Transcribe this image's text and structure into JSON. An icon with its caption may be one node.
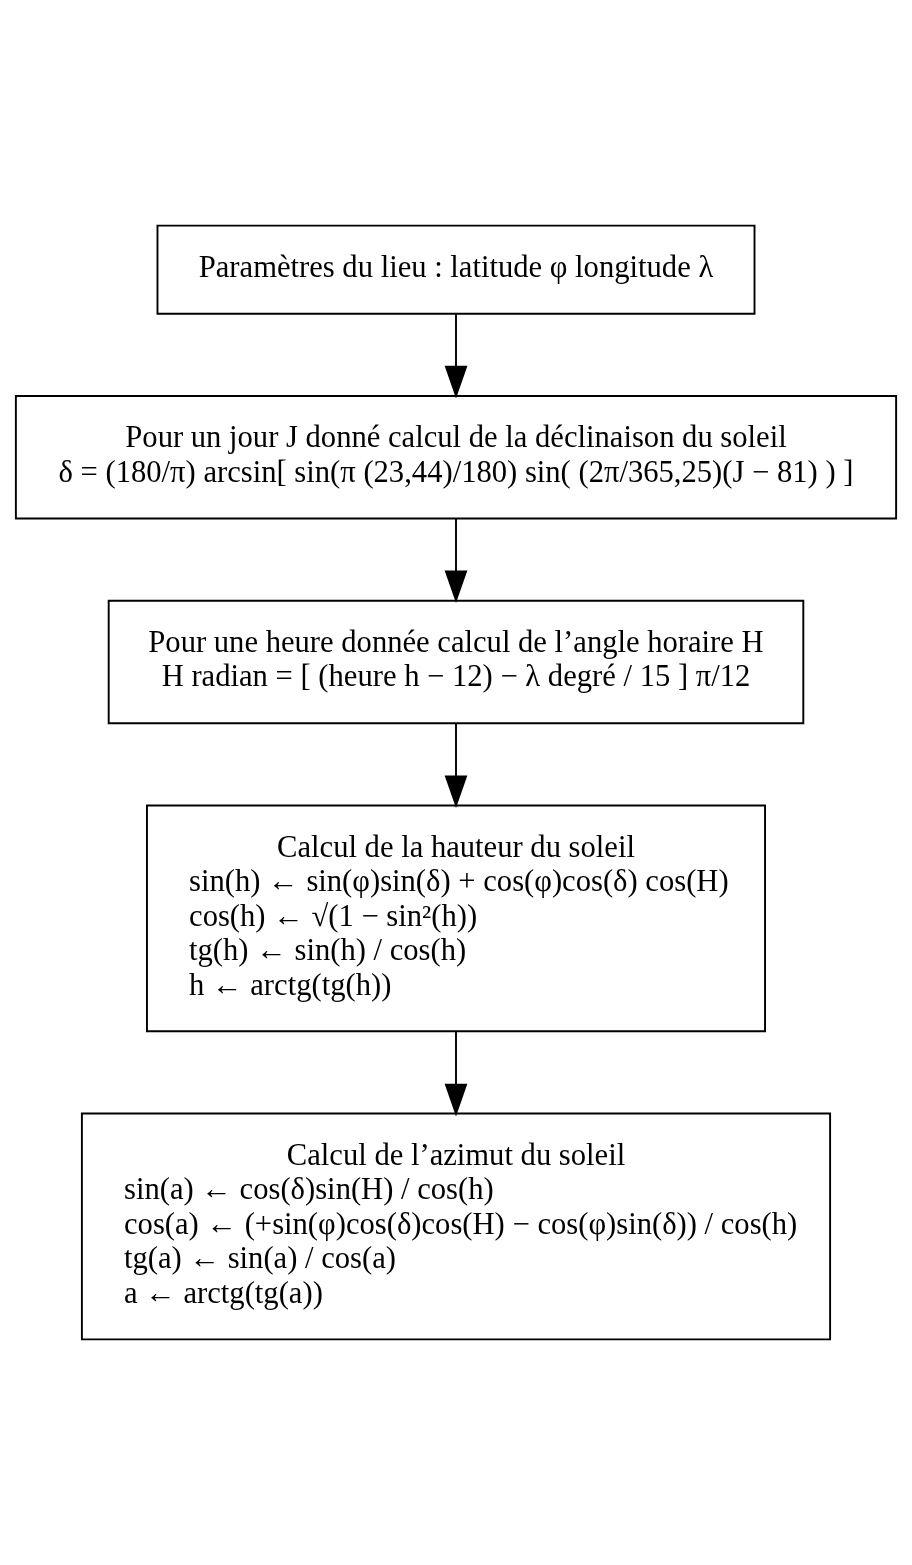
{
  "diagram": {
    "nodes": [
      {
        "text": [
          "Paramètres du lieu : latitude φ longitude λ"
        ]
      },
      {
        "text": [
          "Pour un jour J donné calcul de la déclinaison du soleil",
          "δ = (180/π) arcsin[ sin(π (23,44)/180) sin( (2π/365,25)(J − 81) ) ]"
        ]
      },
      {
        "text": [
          "Pour une heure donnée calcul de l’angle horaire H",
          "H radian = [ (heure h − 12) − λ degré / 15 ] π/12"
        ]
      },
      {
        "text": [
          "Calcul de la hauteur du soleil",
          "sin(h) ← sin(φ)sin(δ) + cos(φ)cos(δ) cos(H)",
          "cos(h) ← √(1 − sin²(h))",
          "tg(h) ← sin(h) / cos(h)",
          "h ← arctg(tg(h))"
        ]
      },
      {
        "text": [
          "Calcul de l’azimut du soleil",
          "sin(a) ← cos(δ)sin(H) / cos(h)",
          "cos(a) ← (+sin(φ)cos(δ)cos(H) − cos(φ)sin(δ)) / cos(h)",
          "tg(a) ← sin(a) / cos(a)",
          "a ← arctg(tg(a))"
        ]
      }
    ],
    "edges": [
      {
        "from": 0,
        "to": 1,
        "arrow": "to"
      },
      {
        "from": 1,
        "to": 2,
        "arrow": "to"
      },
      {
        "from": 2,
        "to": 3,
        "arrow": "to"
      },
      {
        "from": 3,
        "to": 4,
        "arrow": "to"
      }
    ]
  }
}
